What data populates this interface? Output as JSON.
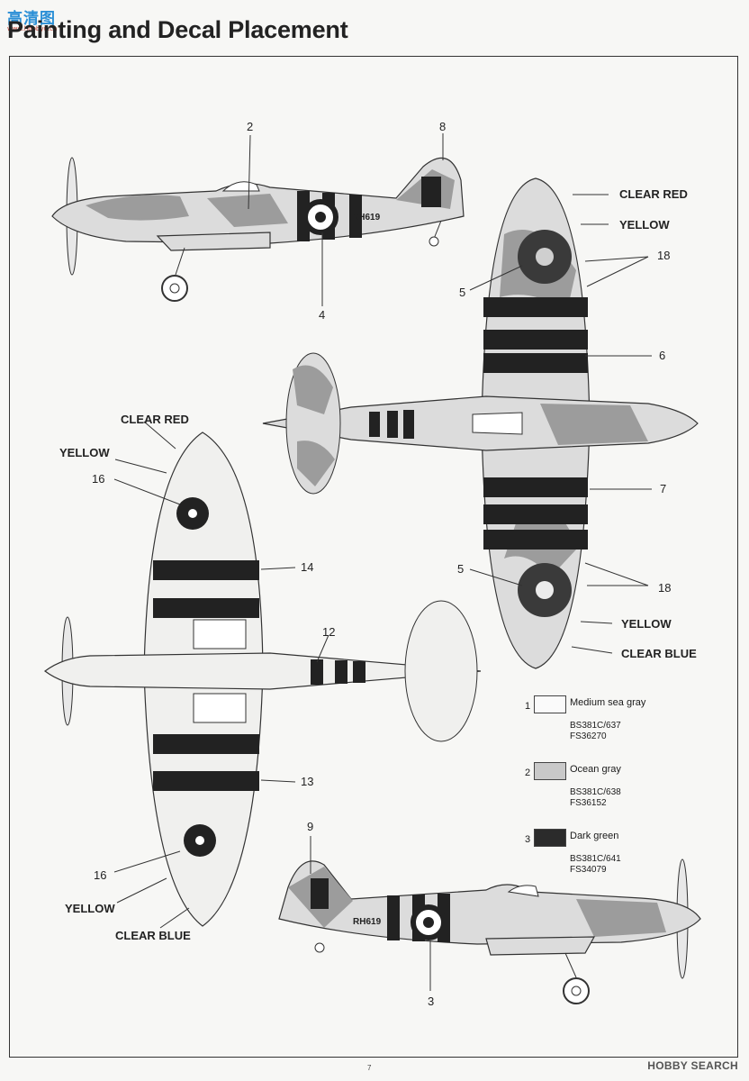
{
  "page": {
    "title": "Painting and Decal Placement",
    "watermark_cn": "高清图",
    "watermark_url": "www.hobbyu.cn",
    "page_number": "7",
    "source_mark": "HOBBY SEARCH"
  },
  "callouts": {
    "side_top": {
      "n2": "2",
      "n8": "8",
      "n4": "4",
      "serial": "RH619"
    },
    "top_view": {
      "clear_red": "CLEAR RED",
      "yellow_top": "YELLOW",
      "n18a": "18",
      "n5a": "5",
      "n6": "6",
      "n7": "7",
      "n5b": "5",
      "n18b": "18",
      "yellow_bottom": "YELLOW",
      "clear_blue": "CLEAR BLUE"
    },
    "bottom_view": {
      "clear_red": "CLEAR RED",
      "yellow_top": "YELLOW",
      "n16a": "16",
      "n14": "14",
      "n12": "12",
      "n13": "13",
      "n16b": "16",
      "yellow_bottom": "YELLOW",
      "clear_blue": "CLEAR BLUE"
    },
    "side_bottom": {
      "n9": "9",
      "n3": "3",
      "serial": "RH619"
    }
  },
  "legend": [
    {
      "num": "1",
      "name": "Medium sea gray",
      "code1": "BS381C/637",
      "code2": "FS36270",
      "color": "#fafafa"
    },
    {
      "num": "2",
      "name": "Ocean gray",
      "code1": "BS381C/638",
      "code2": "FS36152",
      "color": "#c9c9c9"
    },
    {
      "num": "3",
      "name": "Dark green",
      "code1": "BS381C/641",
      "code2": "FS34079",
      "color": "#2b2b2b"
    }
  ]
}
